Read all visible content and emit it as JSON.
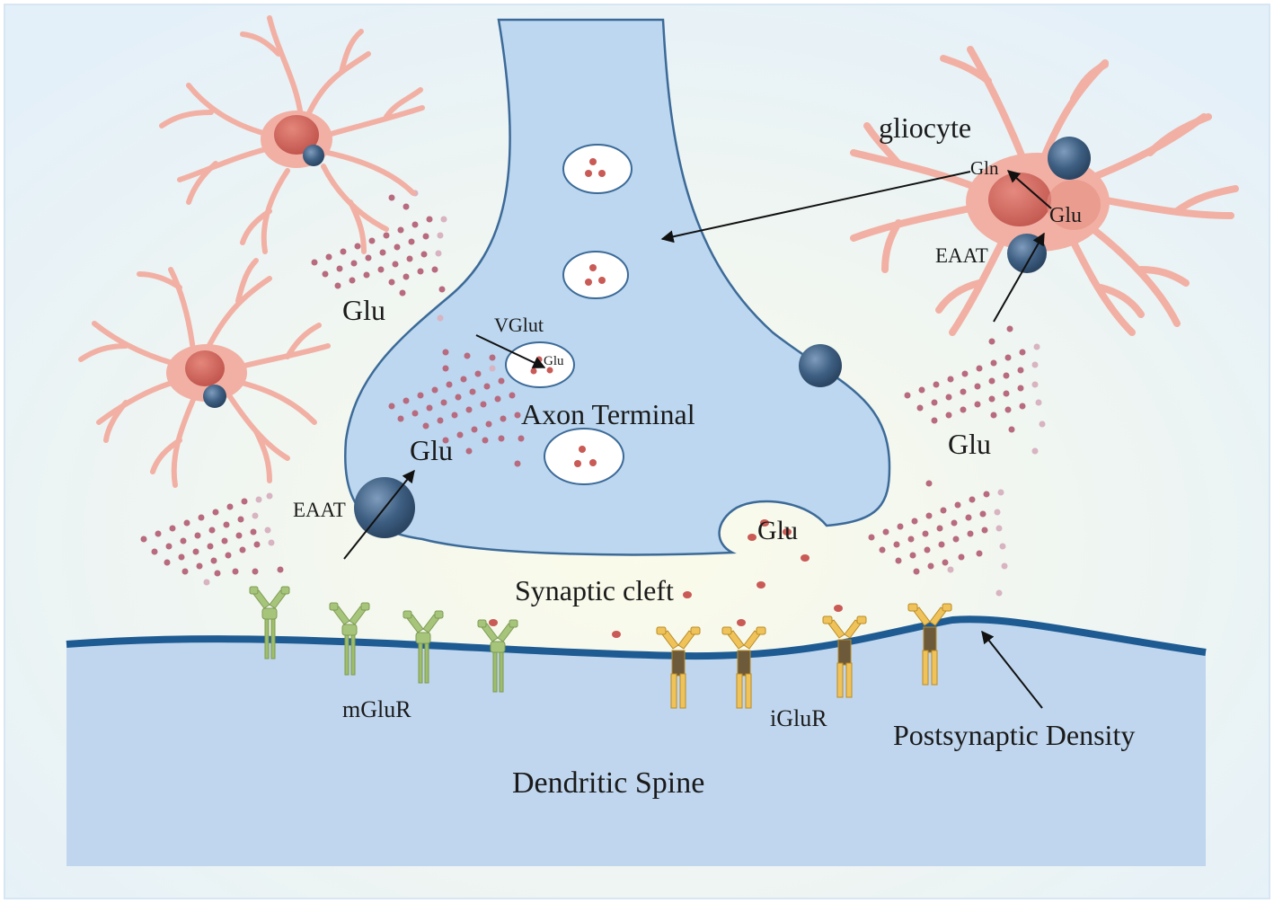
{
  "labels": {
    "gliocyte": "gliocyte",
    "gln": "Gln",
    "glu_glia_inside": "Glu",
    "eaat_right": "EAAT",
    "glu_top_left": "Glu",
    "vglut": "VGlut",
    "glu_vesicle": "Glu",
    "axon_terminal": "Axon Terminal",
    "glu_axon_left": "Glu",
    "eaat_left": "EAAT",
    "glu_right": "Glu",
    "glu_cleft": "Glu",
    "synaptic_cleft": "Synaptic cleft",
    "mglur": "mGluR",
    "iglur": "iGluR",
    "postsynaptic_density": "Postsynaptic Density",
    "dendritic_spine": "Dendritic Spine"
  },
  "colors": {
    "background": "#eef6fb",
    "axon_fill": "#bcd7ef",
    "axon_stroke": "#3c6a98",
    "spine_fill": "#bed6ee",
    "membrane": "#1f5b93",
    "glia_body": "#f2b0a4",
    "glia_core": "#c85a50",
    "transporter": "#3e5f82",
    "glutamate": "#c95a55",
    "particle": "#b86a7e",
    "mglur": "#9fbe6a",
    "iglur": "#e9b84a"
  },
  "icons": {
    "transporter": "eaat-transporter-icon",
    "receptor_metabotropic": "mglur-receptor-icon",
    "receptor_ionotropic": "iglur-receptor-icon",
    "glia": "gliocyte-icon",
    "vesicle": "synaptic-vesicle-icon"
  }
}
